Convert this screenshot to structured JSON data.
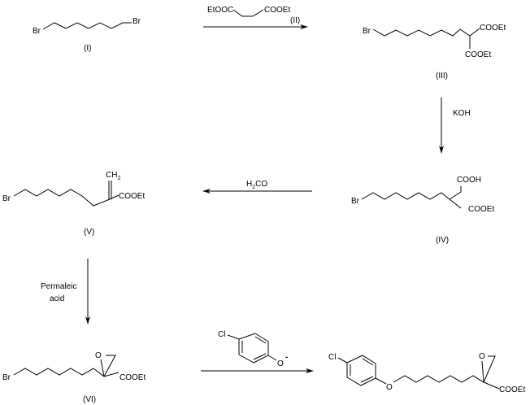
{
  "compounds": {
    "I": {
      "label": "(I)",
      "atoms": [
        "Br",
        "Br"
      ]
    },
    "II": {
      "label": "(II)",
      "left": "EtOOC",
      "right": "COOEt"
    },
    "III": {
      "label": "(III)",
      "br": "Br",
      "ester1": "COOEt",
      "ester2": "COOEt"
    },
    "IV": {
      "label": "(IV)",
      "br": "Br",
      "acid": "COOH",
      "ester": "COOEt"
    },
    "V": {
      "label": "(V)",
      "br": "Br",
      "ch2": "CH",
      "ch2_sub": "2",
      "ester": "COOEt"
    },
    "VI": {
      "label": "(VI)",
      "br": "Br",
      "o": "O",
      "ester": "COOEt"
    },
    "phenoxide": {
      "cl": "Cl",
      "o": "O",
      "charge": "-"
    },
    "product": {
      "cl": "Cl",
      "o_ether": "O",
      "o_epoxide": "O",
      "ester": "COOEt"
    }
  },
  "reagents": {
    "step1": "(II)",
    "step2": "KOH",
    "step3_h": "H",
    "step3_sub": "2",
    "step3_co": "CO",
    "step4_line1": "Permaleic",
    "step4_line2": "acid"
  }
}
